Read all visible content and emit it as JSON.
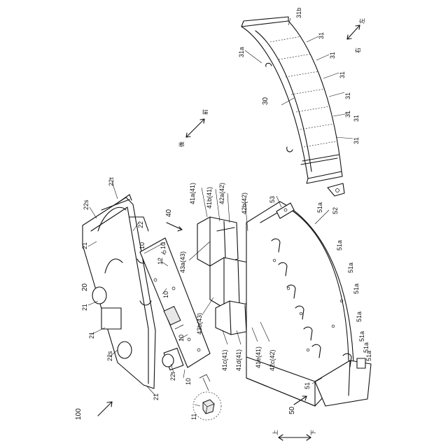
{
  "labels": {
    "l100": "100",
    "l11": "11",
    "l10a": "10",
    "l10b": "10",
    "l10c": "10",
    "l10d": "10",
    "l10e": "10",
    "l12": "12",
    "l20": "20",
    "l21a": "21",
    "l21b": "21",
    "l21c": "21",
    "l21d": "21",
    "l22": "22",
    "l22s_top": "22s",
    "l22s_bot": "22s",
    "l22t_top": "22t",
    "l22t_bot": "22t",
    "l30": "30",
    "l31a": "31a",
    "l31b": "31b",
    "l31_1": "31",
    "l31_2": "31",
    "l31_3": "31",
    "l31_4": "31",
    "l31_5": "31",
    "l31_6": "31",
    "l31_7": "31",
    "l40": "40",
    "l41a": "41a(41)",
    "l41b": "41b(41)",
    "l42a": "42a(42)",
    "l42b": "42b(42)",
    "l43a": "43a(43)",
    "l43b": "43b(43)",
    "l41c": "41c(41)",
    "l41d": "41d(41)",
    "l41e": "41e(41)",
    "l42c": "42c(42)",
    "l50": "50",
    "l51": "51",
    "l51a_1": "51a",
    "l51a_2": "51a",
    "l51a_3": "51a",
    "l51a_4": "51a",
    "l51a_5": "51a",
    "l51a_6": "51a",
    "l51a_7": "51a",
    "l51a_8": "51a",
    "l52": "52",
    "l53": "53"
  },
  "directions": {
    "front": "前",
    "rear": "後",
    "left": "左",
    "right": "右",
    "up": "上",
    "down": "下"
  }
}
